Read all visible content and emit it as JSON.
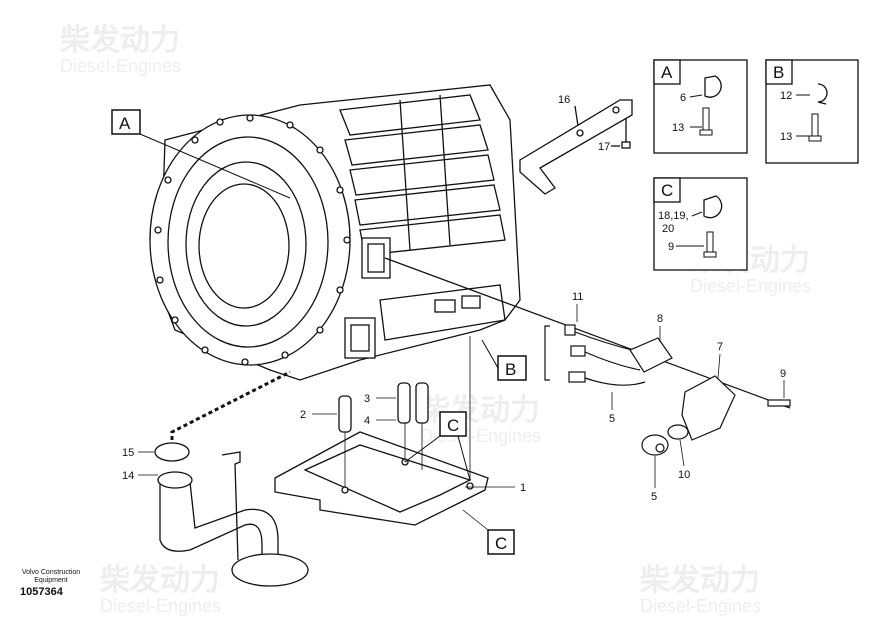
{
  "callouts": {
    "A": "A",
    "B": "B",
    "C_main": "C",
    "C_lower": "C"
  },
  "details": {
    "A": {
      "letter": "A",
      "labels": [
        "6",
        "13"
      ]
    },
    "B": {
      "letter": "B",
      "labels": [
        "12",
        "13"
      ]
    },
    "C": {
      "letter": "C",
      "labels": [
        "18,19,",
        "20",
        "9"
      ]
    }
  },
  "part_numbers": {
    "p1": "1",
    "p2": "2",
    "p3": "3",
    "p4": "4",
    "p5a": "5",
    "p5b": "5",
    "p7": "7",
    "p8": "8",
    "p9": "9",
    "p10": "10",
    "p11": "11",
    "p14": "14",
    "p15": "15",
    "p16": "16",
    "p17": "17"
  },
  "watermark": {
    "cn": "柴发动力",
    "en": "Diesel-Engines"
  },
  "footer": {
    "brand_line1": "Volvo Construction",
    "brand_line2": "Equipment",
    "doc_number": "1057364"
  }
}
